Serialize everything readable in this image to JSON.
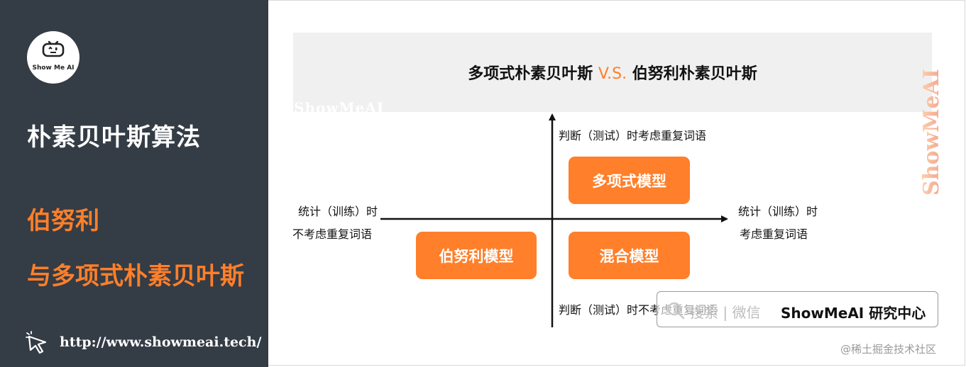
{
  "sidebar": {
    "logo_text": "Show Me AI",
    "title": "朴素贝叶斯算法",
    "subtitle_line1": "伯努利",
    "subtitle_line2": "与多项式朴素贝叶斯",
    "url": "http://www.showmeai.tech/"
  },
  "header": {
    "title_left": "多项式朴素贝叶斯",
    "title_vs": "V.S.",
    "title_right": "伯努利朴素贝叶斯",
    "band_watermark": "ShowMeAI"
  },
  "diagram": {
    "top_axis_label": "判断（测试）时考虑重复词语",
    "bottom_axis_label": "判断（测试）时不考虑重复词语",
    "left_axis_label_line1": "统计（训练）时",
    "left_axis_label_line2": "不考虑重复词语",
    "right_axis_label_line1": "统计（训练）时",
    "right_axis_label_line2": "考虑重复词语",
    "quadrants": {
      "top_right": "多项式模型",
      "bottom_left": "伯努利模型",
      "bottom_right": "混合模型"
    }
  },
  "watermarks": {
    "vertical": "ShowMeAI",
    "wechat_hint": "搜索 | 微信",
    "wechat_name": "ShowMeAI 研究中心",
    "corner": "@稀土掘金技术社区"
  },
  "colors": {
    "panel_bg": "#343c46",
    "accent": "#ff7f2a",
    "band_bg": "#f0f0f0"
  }
}
